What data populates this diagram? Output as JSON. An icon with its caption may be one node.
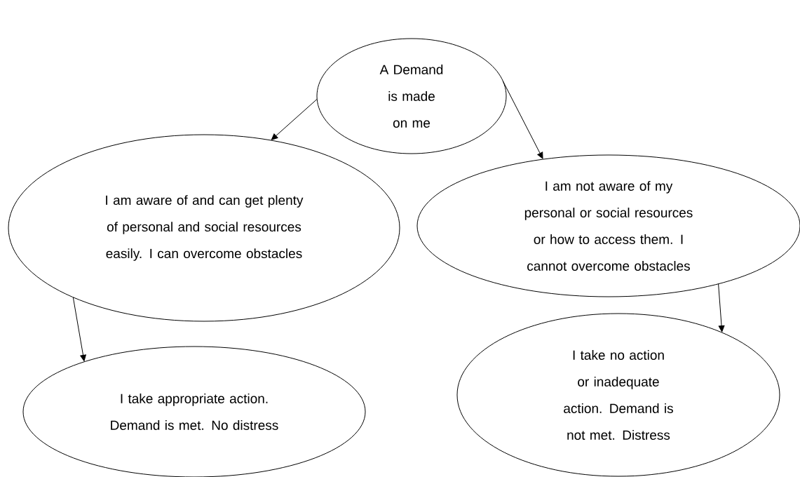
{
  "diagram": {
    "nodes": [
      {
        "text": [
          "A Demand is made on me"
        ]
      },
      {
        "text": [
          "I am aware of and can get plenty of personal and social resources easily. I can overcome obstacles"
        ]
      },
      {
        "text": [
          "I am not aware of my personal or social resources or how to access them. I cannot overcome obstacles"
        ]
      },
      {
        "text": [
          "I take appropriate action. Demand is met. No distress"
        ]
      },
      {
        "text": [
          "I take no action or inadequate action. Demand is not met. Distress"
        ]
      }
    ],
    "edges": [
      {
        "from": 0,
        "to": 1,
        "arrow": "to"
      },
      {
        "from": 0,
        "to": 2,
        "arrow": "to"
      },
      {
        "from": 1,
        "to": 3,
        "arrow": "to"
      },
      {
        "from": 2,
        "to": 4,
        "arrow": "to"
      }
    ]
  }
}
